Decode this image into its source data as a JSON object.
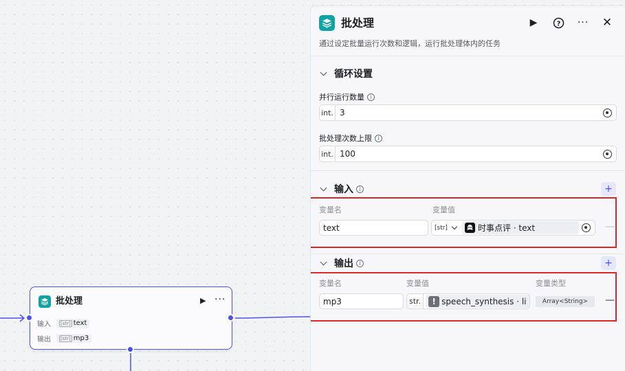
{
  "canvas_node": {
    "title": "批处理",
    "rows": [
      {
        "label": "输入",
        "type_glyph": "[str]",
        "value": "text"
      },
      {
        "label": "输出",
        "type_glyph": "[str]",
        "value": "mp3"
      }
    ]
  },
  "panel": {
    "title": "批处理",
    "description": "通过设定批量运行次数和逻辑，运行批处理体内的任务",
    "loop_section": {
      "title": "循环设置",
      "parallel": {
        "label": "并行运行数量",
        "type": "int.",
        "value": "3"
      },
      "limit": {
        "label": "批处理次数上限",
        "type": "int.",
        "value": "100"
      }
    },
    "input_section": {
      "title": "输入",
      "col_name": "变量名",
      "col_value": "变量值",
      "row": {
        "name": "text",
        "type_glyph": "[str]",
        "ref": "时事点评 · text"
      }
    },
    "output_section": {
      "title": "输出",
      "col_name": "变量名",
      "col_value": "变量值",
      "col_type": "变量类型",
      "row": {
        "name": "mp3",
        "type_prefix": "str.",
        "ref": "speech_synthesis · li",
        "var_type": "Array<String>"
      }
    }
  },
  "colors": {
    "accent": "#4d53e8",
    "teal": "#10a3a3",
    "highlight": "#e0262d"
  }
}
